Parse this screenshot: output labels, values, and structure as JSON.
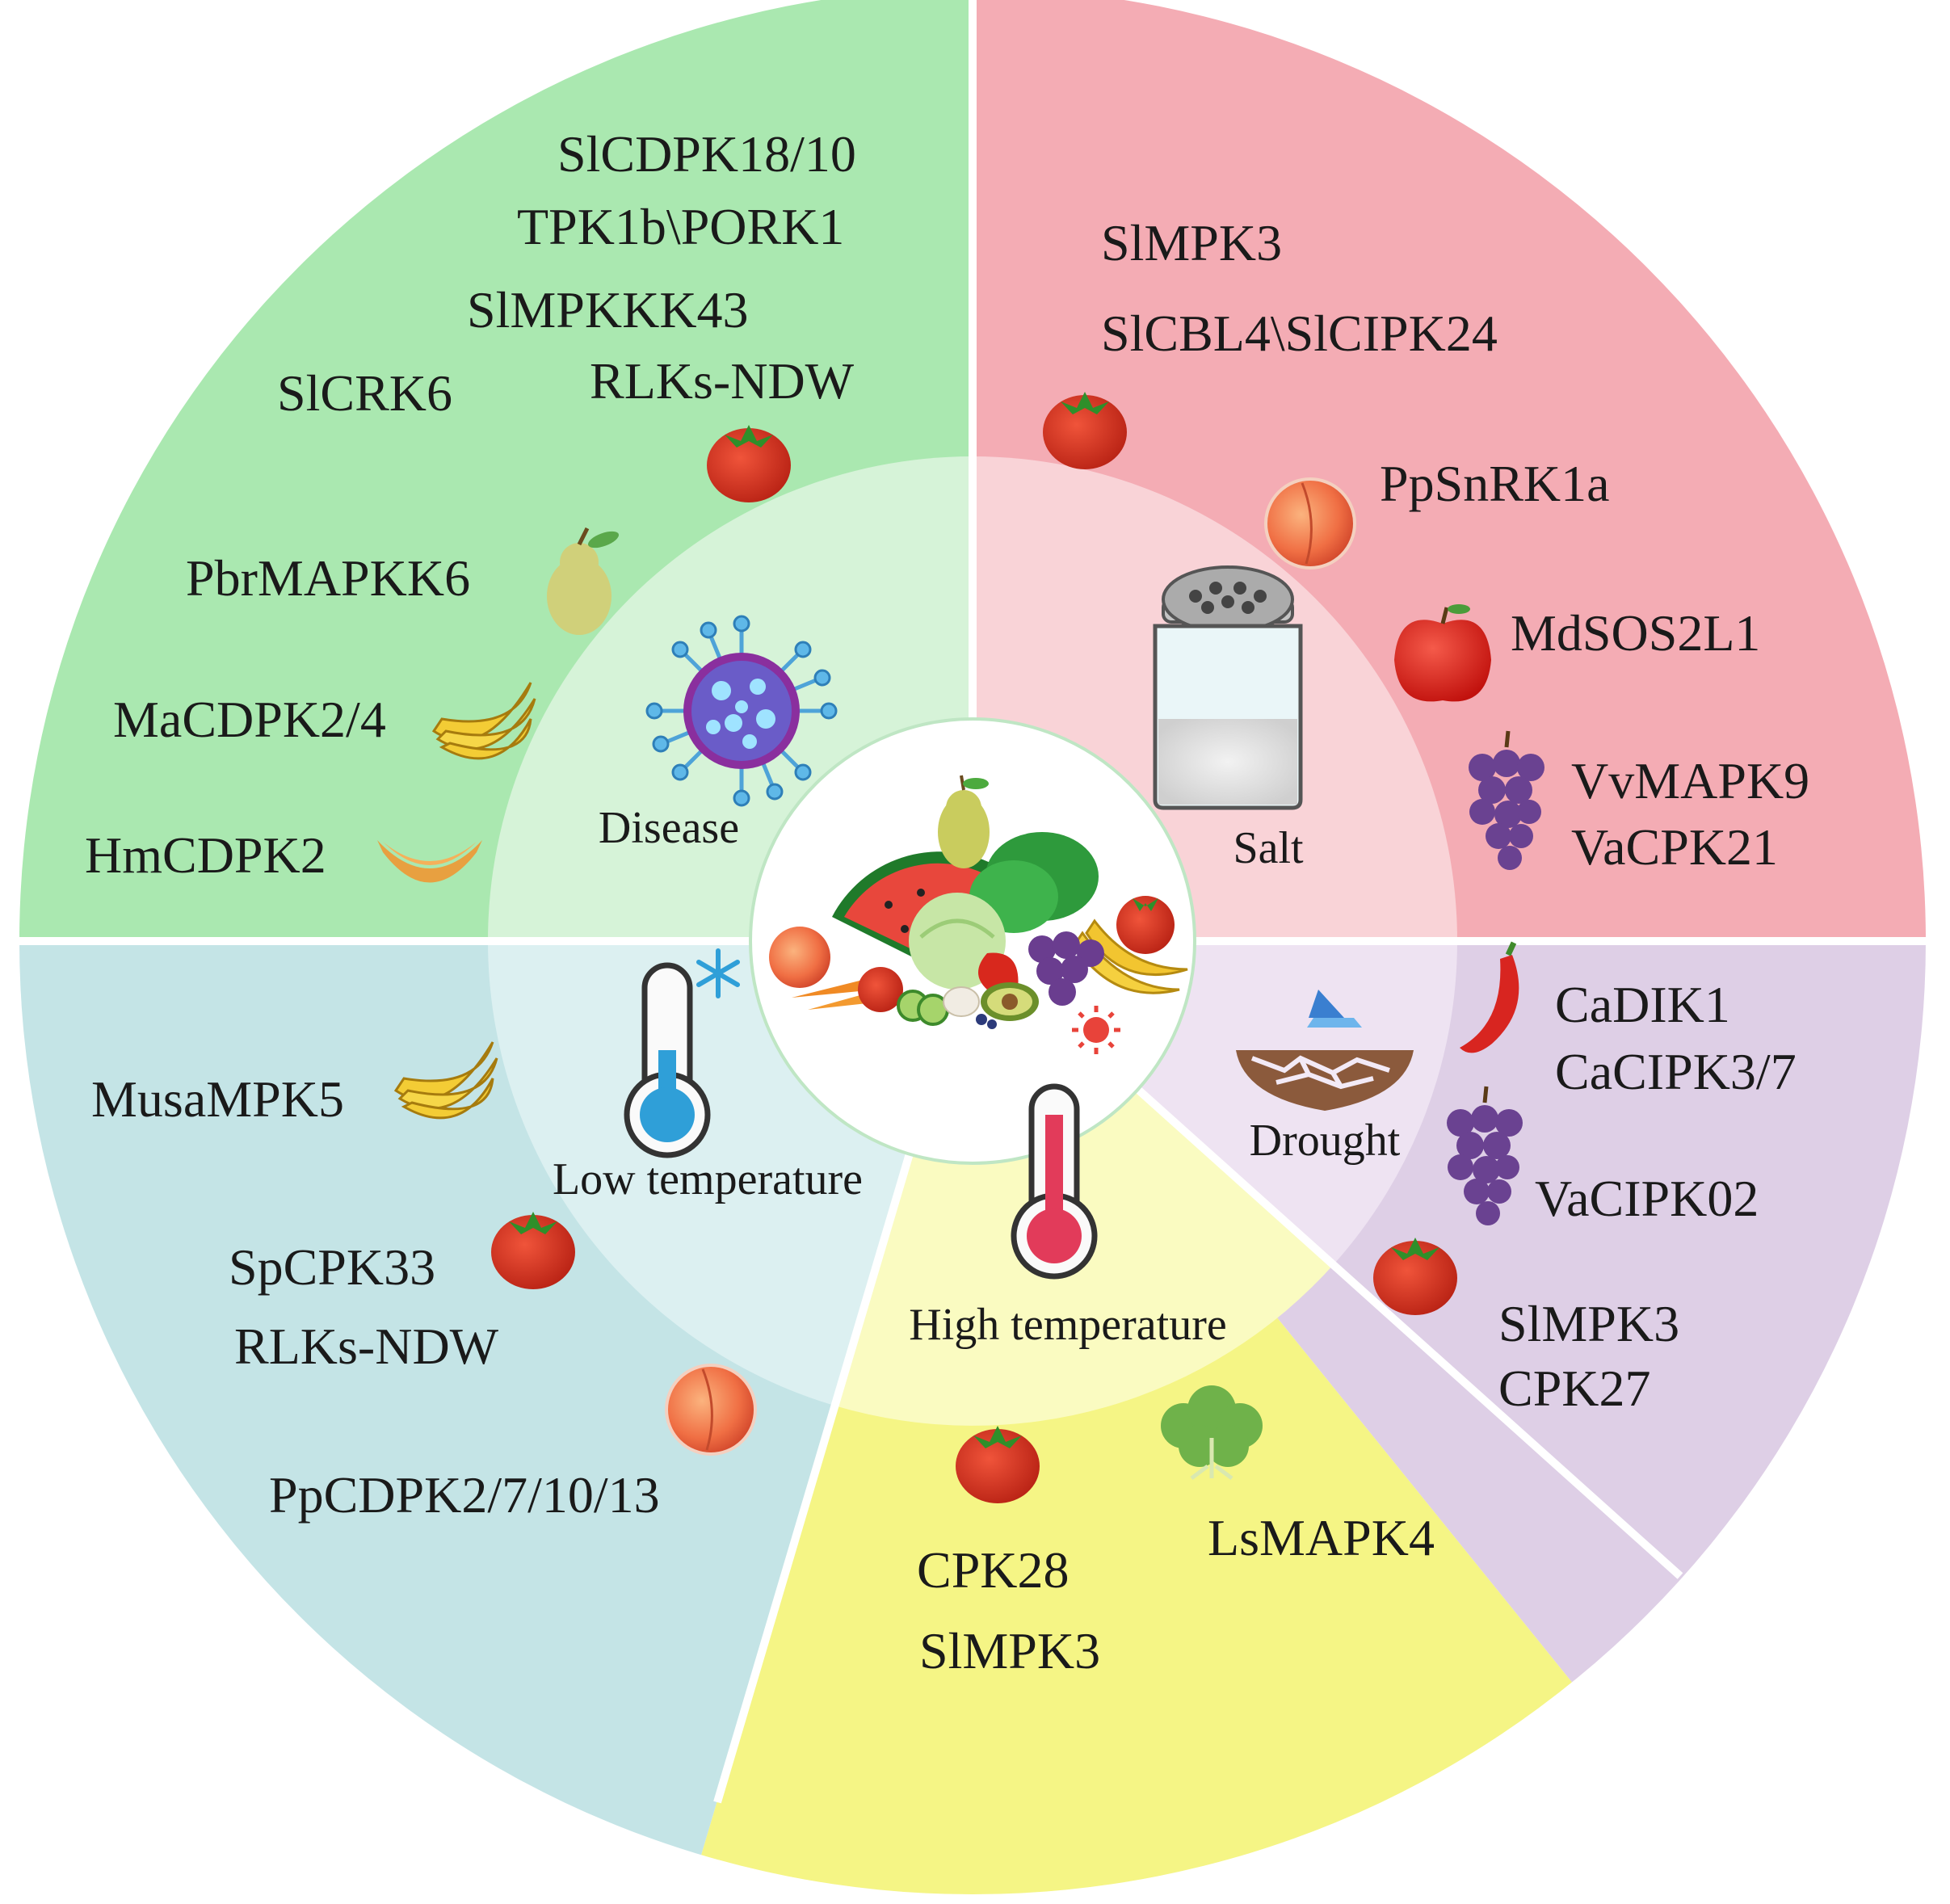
{
  "colors": {
    "disease_outer": "#aae8b0",
    "disease_inner": "#d6f3d8",
    "salt_outer": "#f4acb4",
    "salt_inner": "#f9d3d7",
    "drought_outer": "#decfe6",
    "drought_inner": "#eee3f2",
    "hightemp_outer": "#f5f585",
    "hightemp_inner": "#fafbc1",
    "lowtemp_outer": "#c4e4e6",
    "lowtemp_inner": "#dcf0f1",
    "center": "#ffffff",
    "separator": "#ffffff"
  },
  "stresses": {
    "disease": "Disease",
    "salt": "Salt",
    "drought": "Drought",
    "high_temperature": "High temperature",
    "low_temperature": "Low temperature"
  },
  "genes": {
    "disease": [
      "SlCDPK18/10",
      "TPK1b\\PORK1",
      "SlMPKKK43",
      "SlCRK6",
      "RLKs-NDW",
      "PbrMAPKK6",
      "MaCDPK2/4",
      "HmCDPK2"
    ],
    "salt": [
      "SlMPK3",
      "SlCBL4\\SlCIPK24",
      "PpSnRK1a",
      "MdSOS2L1",
      "VvMAPK9",
      "VaCPK21"
    ],
    "drought": [
      "CaDIK1",
      "CaCIPK3/7",
      "VaCIPK02",
      "SlMPK3",
      "CPK27"
    ],
    "high_temperature": [
      "LsMAPK4",
      "CPK28",
      "SlMPK3"
    ],
    "low_temperature": [
      "MusaMPK5",
      "SpCPK33",
      "RLKs-NDW",
      "PpCDPK2/7/10/13"
    ]
  },
  "icons": {
    "center": "fruits-vegetables-icon",
    "disease": "virus-icon",
    "salt": "salt-shaker-icon",
    "drought": "cracked-soil-icon",
    "high_temperature": "hot-thermometer-icon",
    "low_temperature": "cold-thermometer-icon",
    "fruits": [
      "tomato-icon",
      "pear-icon",
      "banana-icon",
      "melon-icon",
      "peach-icon",
      "apple-icon",
      "grape-icon",
      "chili-pepper-icon",
      "lettuce-icon"
    ]
  }
}
